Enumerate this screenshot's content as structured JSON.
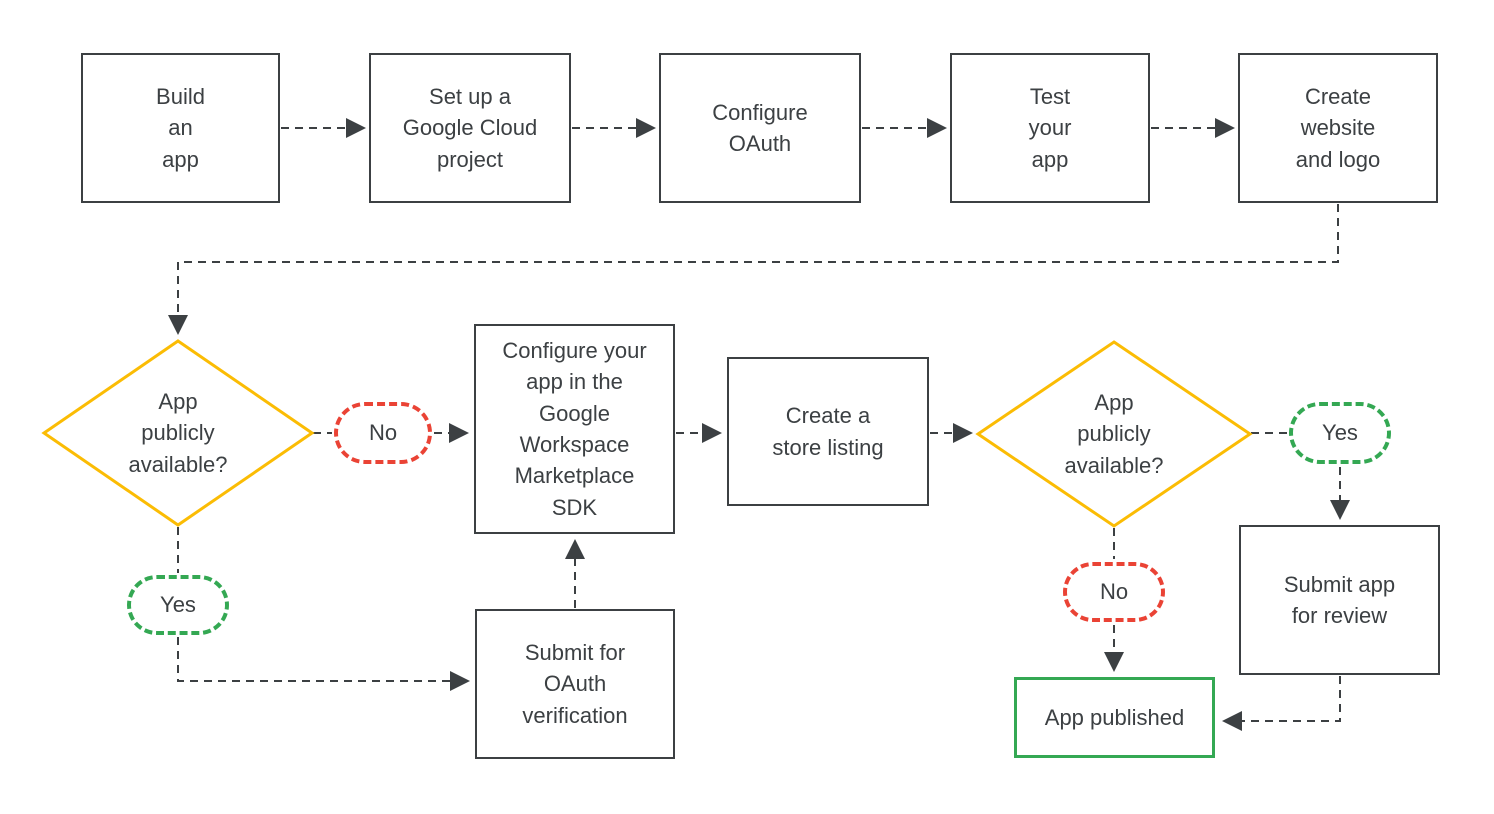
{
  "colors": {
    "line": "#3C4043",
    "text": "#3C4043",
    "decision_border": "#FBBC04",
    "yes_border": "#34A853",
    "no_border": "#EA4335",
    "published_border": "#34A853",
    "background": "#FFFFFF"
  },
  "flowchart": {
    "steps": {
      "build_app": "Build\nan\napp",
      "setup_project": "Set up a\nGoogle Cloud\nproject",
      "configure_oauth": "Configure\nOAuth",
      "test_app": "Test\nyour\napp",
      "create_website": "Create\nwebsite\nand logo",
      "configure_sdk": "Configure your\napp in the\nGoogle\nWorkspace\nMarketplace\nSDK",
      "store_listing": "Create a\nstore listing",
      "submit_oauth": "Submit for\nOAuth\nverification",
      "submit_review": "Submit app\nfor review",
      "app_published": "App published"
    },
    "decisions": {
      "decision1": "App\npublicly\navailable?",
      "decision2": "App\npublicly\navailable?"
    },
    "branch_labels": {
      "no1": "No",
      "yes1": "Yes",
      "yes2": "Yes",
      "no2": "No"
    },
    "edges": [
      {
        "from": "build_app",
        "to": "setup_project"
      },
      {
        "from": "setup_project",
        "to": "configure_oauth"
      },
      {
        "from": "configure_oauth",
        "to": "test_app"
      },
      {
        "from": "test_app",
        "to": "create_website"
      },
      {
        "from": "create_website",
        "to": "decision1"
      },
      {
        "from": "decision1",
        "to": "configure_sdk",
        "label": "No"
      },
      {
        "from": "decision1",
        "to": "submit_oauth",
        "label": "Yes"
      },
      {
        "from": "submit_oauth",
        "to": "configure_sdk"
      },
      {
        "from": "configure_sdk",
        "to": "store_listing"
      },
      {
        "from": "store_listing",
        "to": "decision2"
      },
      {
        "from": "decision2",
        "to": "submit_review",
        "label": "Yes"
      },
      {
        "from": "decision2",
        "to": "app_published",
        "label": "No"
      },
      {
        "from": "submit_review",
        "to": "app_published"
      }
    ]
  }
}
